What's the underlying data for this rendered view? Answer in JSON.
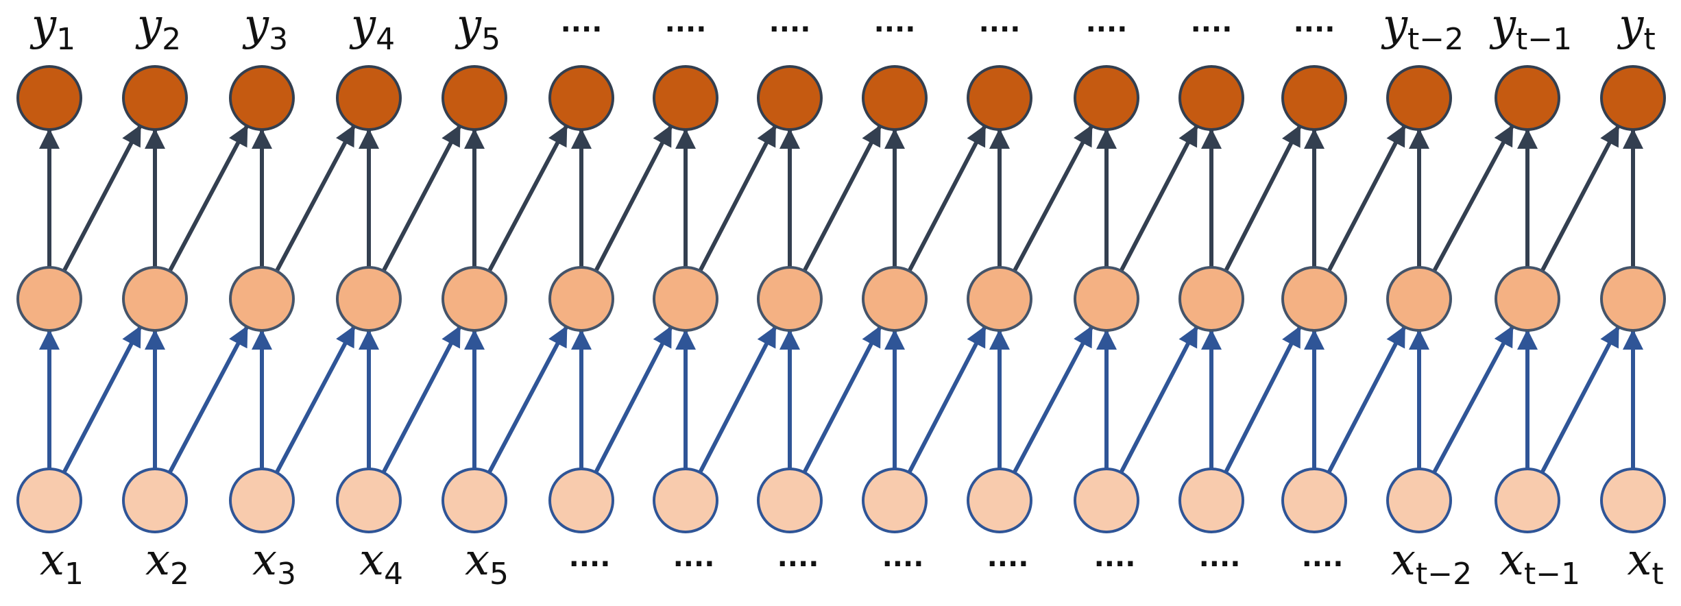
{
  "colors": {
    "output_fill": "#C55A11",
    "hidden_fill": "#F4B183",
    "input_fill": "#F8CBAD",
    "output_stroke": "#333F50",
    "hidden_stroke": "#44546A",
    "input_stroke": "#2F5597",
    "upper_arrow": "#333F50",
    "lower_arrow": "#2F5597"
  },
  "layers": [
    "output",
    "hidden",
    "input"
  ],
  "top_labels": [
    {
      "base": "y",
      "sub": "1"
    },
    {
      "base": "y",
      "sub": "2"
    },
    {
      "base": "y",
      "sub": "3"
    },
    {
      "base": "y",
      "sub": "4"
    },
    {
      "base": "y",
      "sub": "5"
    },
    {
      "dots": "...."
    },
    {
      "dots": "...."
    },
    {
      "dots": "...."
    },
    {
      "dots": "...."
    },
    {
      "dots": "...."
    },
    {
      "dots": "...."
    },
    {
      "dots": "...."
    },
    {
      "dots": "...."
    },
    {
      "base": "y",
      "sub": "t−2"
    },
    {
      "base": "y",
      "sub": "t−1"
    },
    {
      "base": "y",
      "sub": "t"
    }
  ],
  "bottom_labels": [
    {
      "base": "x",
      "sub": "1"
    },
    {
      "base": "x",
      "sub": "2"
    },
    {
      "base": "x",
      "sub": "3"
    },
    {
      "base": "x",
      "sub": "4"
    },
    {
      "base": "x",
      "sub": "5"
    },
    {
      "dots": "...."
    },
    {
      "dots": "...."
    },
    {
      "dots": "...."
    },
    {
      "dots": "...."
    },
    {
      "dots": "...."
    },
    {
      "dots": "...."
    },
    {
      "dots": "...."
    },
    {
      "dots": "...."
    },
    {
      "base": "x",
      "sub": "t−2"
    },
    {
      "base": "x",
      "sub": "t−1"
    },
    {
      "base": "x",
      "sub": "t"
    }
  ]
}
